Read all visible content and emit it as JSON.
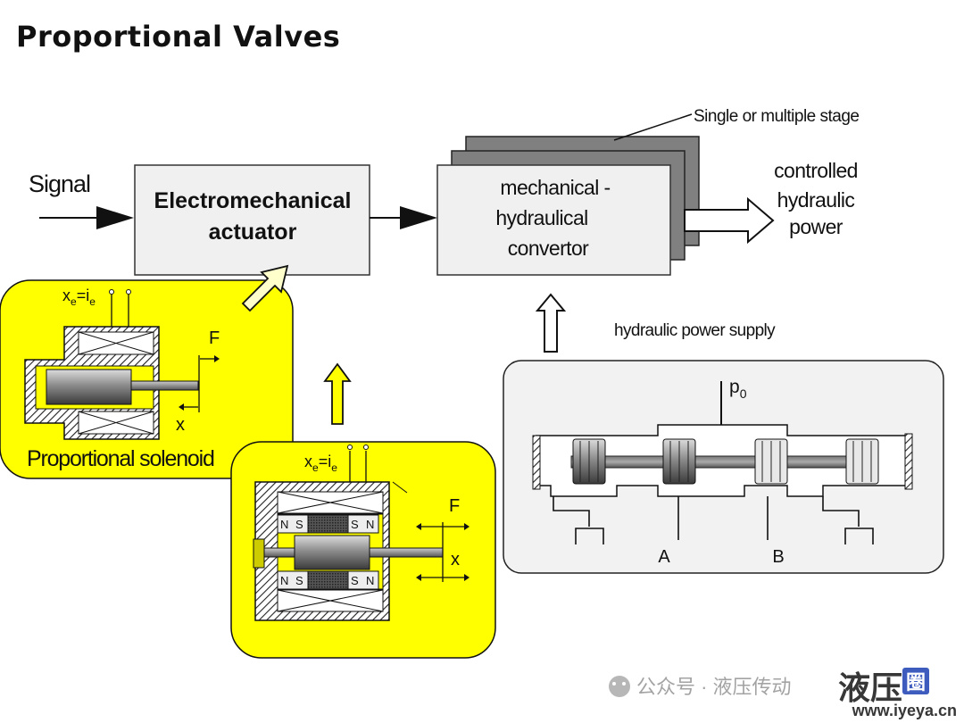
{
  "title": "Proportional Valves",
  "labels": {
    "signal": "Signal",
    "actuator_line1": "Electromechanical",
    "actuator_line2": "actuator",
    "convertor_line1": "mechanical -",
    "convertor_line2": "hydraulical",
    "convertor_line3": "convertor",
    "stage_note": "Single or multiple stage",
    "output_line1": "controlled",
    "output_line2": "hydraulic",
    "output_line3": "power",
    "supply": "hydraulic power supply",
    "solenoid_caption": "Proportional solenoid",
    "pressure_p": "p",
    "pressure_sub": "0",
    "port_a": "A",
    "port_b": "B",
    "force_f": "F",
    "stroke_x": "x",
    "coil_x": "x",
    "coil_e": "e",
    "coil_eq": "=i",
    "pole_n": "N",
    "pole_s": "S"
  },
  "watermark": {
    "text": "公众号 · 液压传动",
    "brand": "液压",
    "brand_badge": "圈",
    "url": "www.iyeya.cn"
  },
  "colors": {
    "yellow": "#ffff00",
    "box_fill": "#f0f0f0",
    "stage_gray": "#808080",
    "supply_bg": "#f2f2f2"
  }
}
